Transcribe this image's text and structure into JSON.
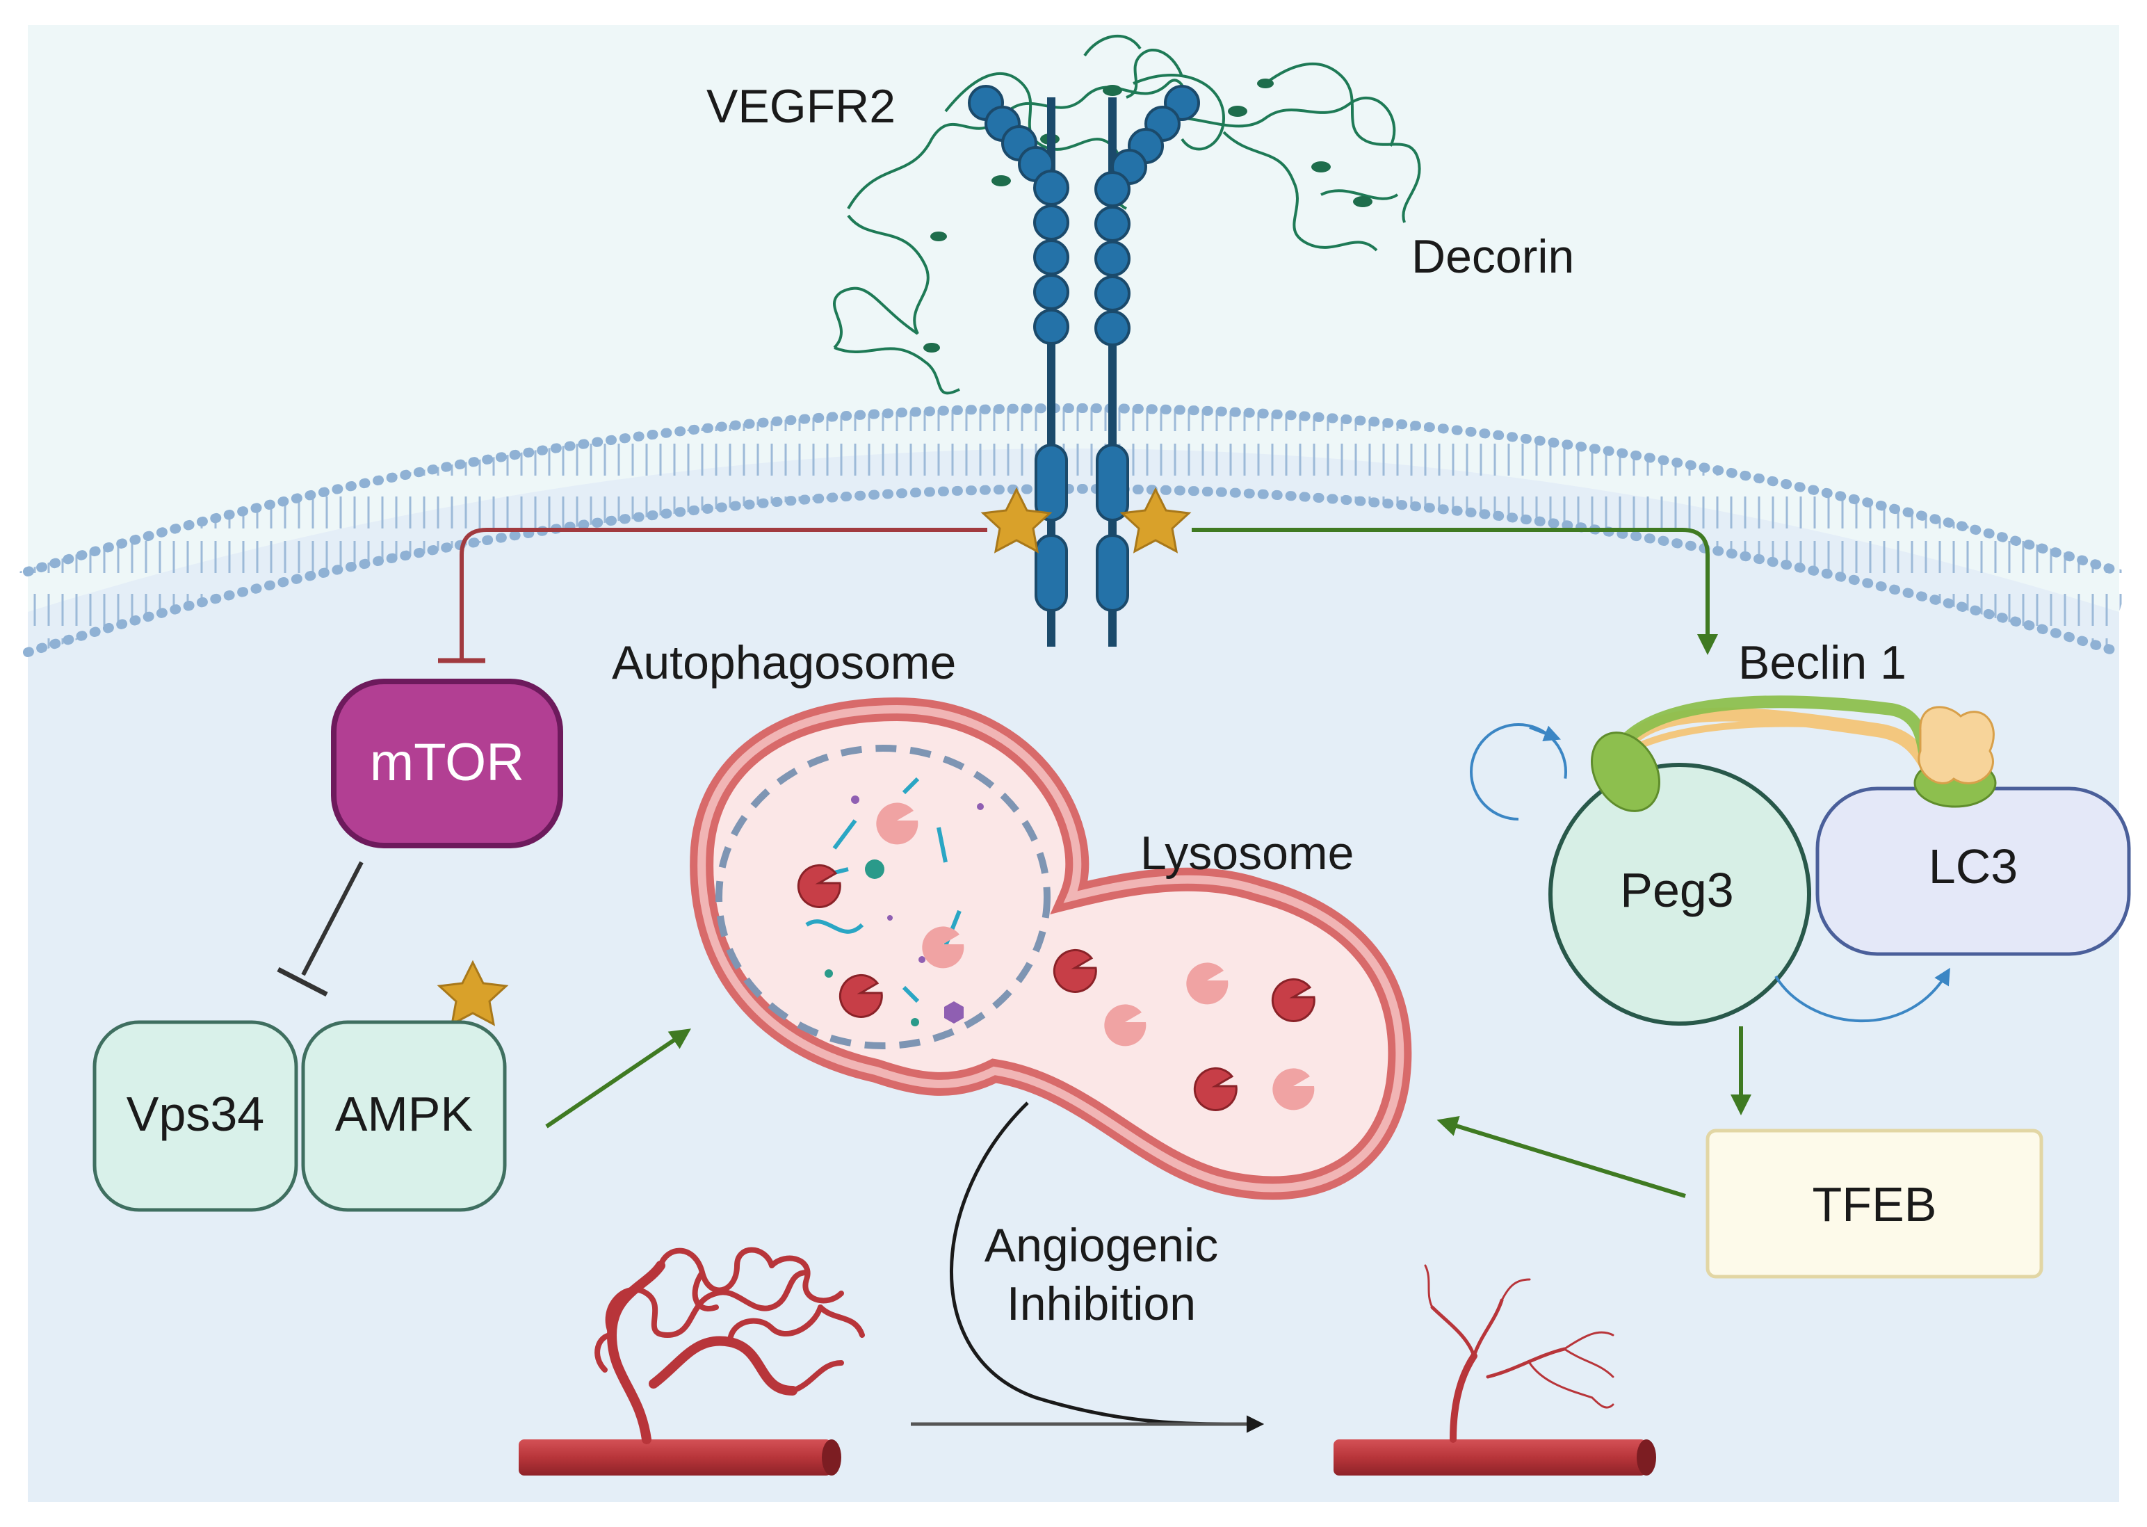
{
  "labels": {
    "vegfr2": "VEGFR2",
    "decorin": "Decorin",
    "autophagosome": "Autophagosome",
    "lysosome": "Lysosome",
    "beclin1": "Beclin 1",
    "angiogenic_line1": "Angiogenic",
    "angiogenic_line2": "Inhibition"
  },
  "nodes": {
    "mtor": "mTOR",
    "vps34": "Vps34",
    "ampk": "AMPK",
    "peg3": "Peg3",
    "lc3": "LC3",
    "tfeb": "TFEB"
  },
  "colors": {
    "extracellular": "#eef7f8",
    "cytoplasm": "#e4eef7",
    "membrane": "#8fb1d4",
    "receptor": "#2472a8",
    "inhibit": "#a13a3f",
    "activate": "#3f7a22",
    "mtor": "#b23f93",
    "ampk_box": "#d9f1ea",
    "peg3": "#d7efe6",
    "lc3": "#e4e8f8",
    "tfeb": "#fdfaea",
    "star": "#d9a12a",
    "lysosome": "#d86a6a",
    "vessel": "#b8353a"
  },
  "icons": {
    "phospho_marker": "star-icon",
    "decorin_protein": "ribbon-protein-icon",
    "enzyme": "pacman-enzyme-icon"
  }
}
